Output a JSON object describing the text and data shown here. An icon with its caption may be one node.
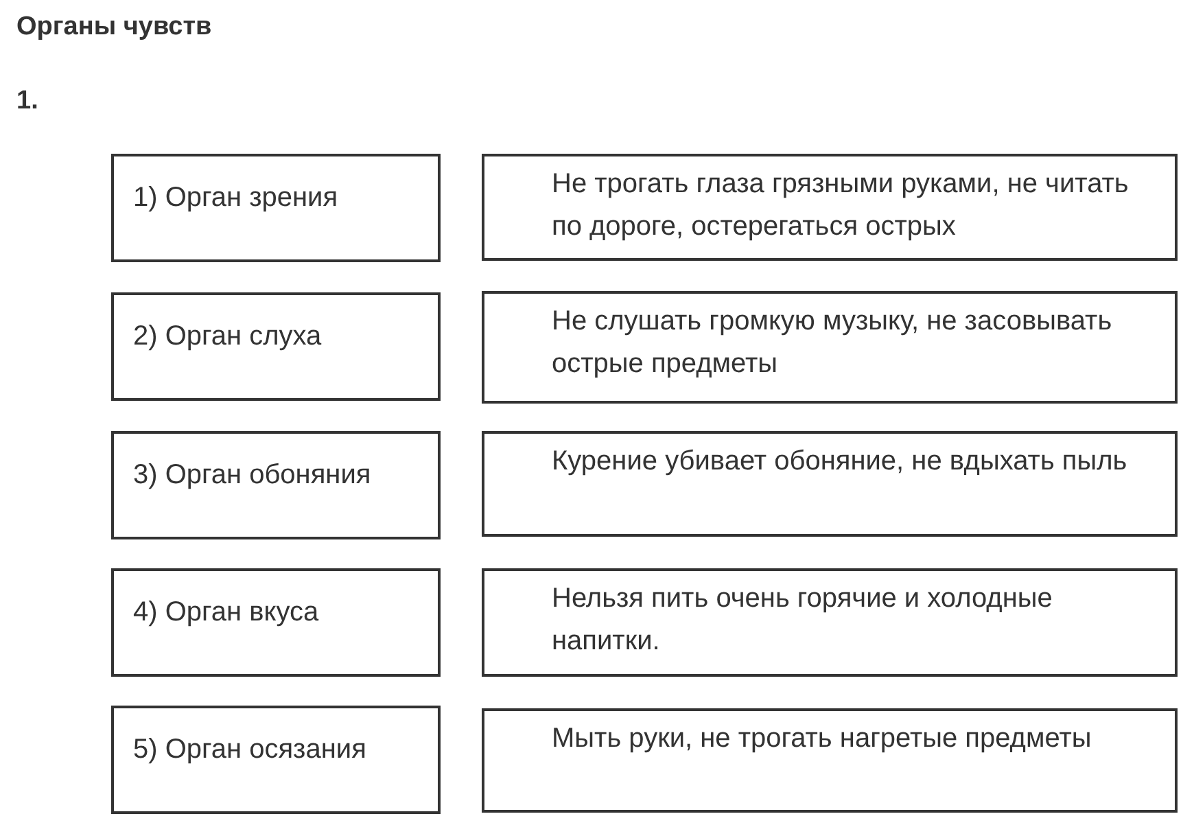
{
  "diagram": {
    "title": "Органы чувств",
    "nodes": [
      {
        "text": [
          "1) Орган зрения"
        ]
      },
      {
        "text": [
          "Не трогать глаза грязными руками, не читать по дороге, остерегаться острых"
        ]
      },
      {
        "text": [
          "2) Орган слуха"
        ]
      },
      {
        "text": [
          "Не слушать громкую музыку, не засовывать острые предметы"
        ]
      },
      {
        "text": [
          "3) Орган обоняния"
        ]
      },
      {
        "text": [
          "Курение убивает обоняние, не вдыхать пыль"
        ]
      },
      {
        "text": [
          "4) Орган вкуса"
        ]
      },
      {
        "text": [
          "Нельзя пить очень горячие и холодные напитки."
        ]
      },
      {
        "text": [
          "5) Орган осязания"
        ]
      },
      {
        "text": [
          "Мыть руки, не трогать нагретые предметы"
        ]
      }
    ],
    "labels": [
      "1."
    ]
  }
}
